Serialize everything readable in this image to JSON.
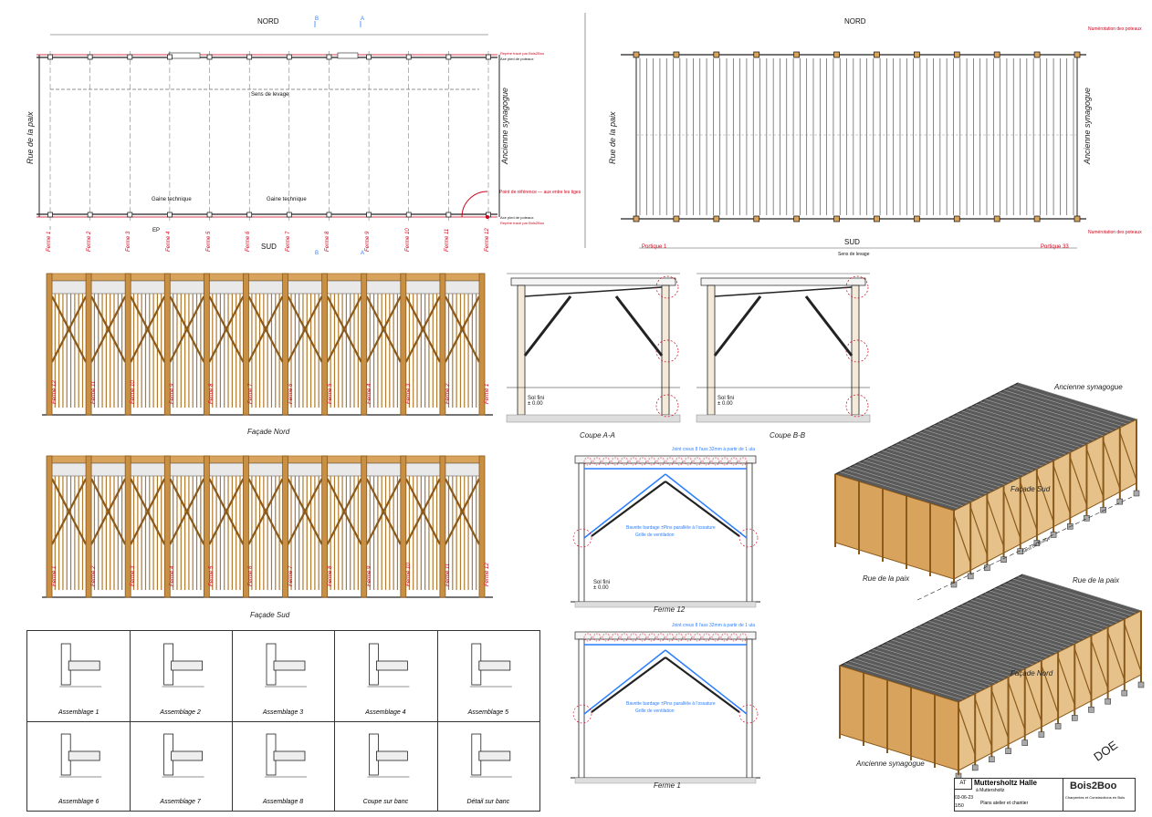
{
  "plan_top": {
    "north": "NORD",
    "south": "SUD",
    "west": "Rue de la paix",
    "east": "Ancienne synagogue",
    "sens_levage": "Sens de levage",
    "gaine_1": "Gaine technique",
    "gaine_2": "Gaine technique",
    "ep": "EP",
    "reference": "Point de référence — aux entre les tiges",
    "repere_n": "Repère tracé par Bois2Boo",
    "repere_n2": "Axe pied de poteaux",
    "repere_s": "Axe pied de poteaux",
    "repere_s2": "Repère tracé par Bois2Boo",
    "section_a": "A",
    "section_b": "B",
    "fermes": [
      "Ferme 1",
      "Ferme 2",
      "Ferme 3",
      "Ferme 4",
      "Ferme 5",
      "Ferme 6",
      "Ferme 7",
      "Ferme 8",
      "Ferme 9",
      "Ferme 10",
      "Ferme 11",
      "Ferme 12"
    ]
  },
  "plan_poteaux": {
    "north": "NORD",
    "south": "SUD",
    "west": "Rue de la paix",
    "east": "Ancienne synagogue",
    "numerotation_n": "Numérotation des poteaux",
    "numerotation_s": "Numérotation des poteaux",
    "portique_1": "Portique 1",
    "portique_33": "Portique 33",
    "sens_levage": "Sens de levage"
  },
  "facade_nord": {
    "caption": "Façade Nord",
    "fermes": [
      "Ferme 12",
      "Ferme 11",
      "Ferme 10",
      "Ferme 9",
      "Ferme 8",
      "Ferme 7",
      "Ferme 6",
      "Ferme 5",
      "Ferme 4",
      "Ferme 3",
      "Ferme 2",
      "Ferme 1"
    ]
  },
  "facade_sud": {
    "caption": "Façade Sud",
    "fermes": [
      "Ferme 1",
      "Ferme 2",
      "Ferme 3",
      "Ferme 4",
      "Ferme 5",
      "Ferme 6",
      "Ferme 7",
      "Ferme 8",
      "Ferme 9",
      "Ferme 10",
      "Ferme 11",
      "Ferme 12"
    ]
  },
  "coupes": {
    "a": "Coupe A-A",
    "b": "Coupe B-B",
    "sol": "Sol fini",
    "sol_val": "± 0.00",
    "ferme12": "Ferme 12",
    "ferme1": "Ferme 1",
    "joint": "Joint creux 8 l'ass 32mm à partir de 1 ula",
    "bavette": "Bavette bardage ±Pins parallèle à l'ossature",
    "grille": "Grille de ventilation"
  },
  "iso": {
    "synagogue_top": "Ancienne synagogue",
    "facade_sud": "Façade Sud",
    "rue_paix": "Rue de la paix",
    "sens_levage": "Sens de levage",
    "rue_paix_2": "Rue de la paix",
    "facade_nord": "Façade Nord",
    "synagogue_bottom": "Ancienne synagogue",
    "doe": "DOE"
  },
  "assemblages": [
    "Assemblage 1",
    "Assemblage 2",
    "Assemblage 3",
    "Assemblage 4",
    "Assemblage 5",
    "Assemblage 6",
    "Assemblage 7",
    "Assemblage 8",
    "Coupe sur banc",
    "Détail sur banc"
  ],
  "title_block": {
    "project": "Muttersholtz Halle",
    "location": "à Muttersholtz",
    "prefix": "AT",
    "subject": "Plans atelier et chantier",
    "date": "03-06-23",
    "company": "Bois2Boo",
    "tagline": "Charpentes et Constructions en Bois",
    "scale": "1/50"
  },
  "colors": {
    "accent_red": "#d0021b",
    "timber": "#d8a35c",
    "timber_dark": "#b07a2f",
    "blue": "#2a7fff"
  }
}
